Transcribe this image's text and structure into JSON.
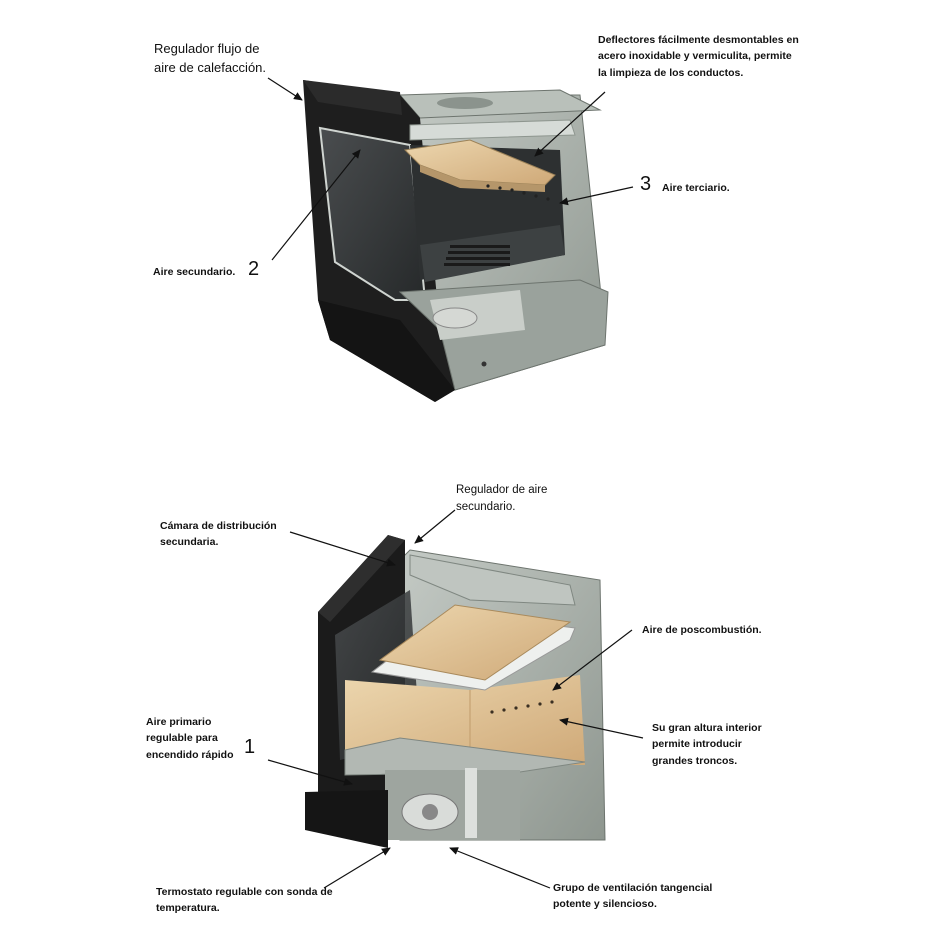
{
  "top": {
    "callout_regulador_flujo": [
      "Regulador flujo de",
      "aire de calefacción."
    ],
    "callout_deflectores": [
      "Deflectores fácilmente desmontables en",
      "acero inoxidable y vermiculita, permite",
      "la limpieza de los conductos."
    ],
    "callout_aire_terciario": {
      "number": "3",
      "text": "Aire terciario."
    },
    "callout_aire_secundario": {
      "number": "2",
      "text": "Aire secundario."
    }
  },
  "bottom": {
    "callout_regulador_secundario": [
      "Regulador de aire",
      "secundario."
    ],
    "callout_camara": [
      "Cámara de distribución",
      "secundaria."
    ],
    "callout_poscombustion": "Aire de poscombustión.",
    "callout_altura": [
      "Su gran altura interior",
      "permite introducir",
      "grandes troncos."
    ],
    "callout_aire_primario": {
      "number": "1",
      "lines": [
        "Aire primario",
        "regulable para",
        "encendido rápido"
      ]
    },
    "callout_termostato": [
      "Termostato regulable con sonda de",
      "temperatura."
    ],
    "callout_ventilacion": [
      "Grupo de ventilación tangencial",
      "potente y silencioso."
    ]
  },
  "colors": {
    "steel": "#a9b1ab",
    "steel_dark": "#7f8781",
    "black_frame": "#1e1e1e",
    "glass": "#3a3d3e",
    "vermiculite": "#d9c08f",
    "firebox_tan": "#e3c9a0"
  }
}
